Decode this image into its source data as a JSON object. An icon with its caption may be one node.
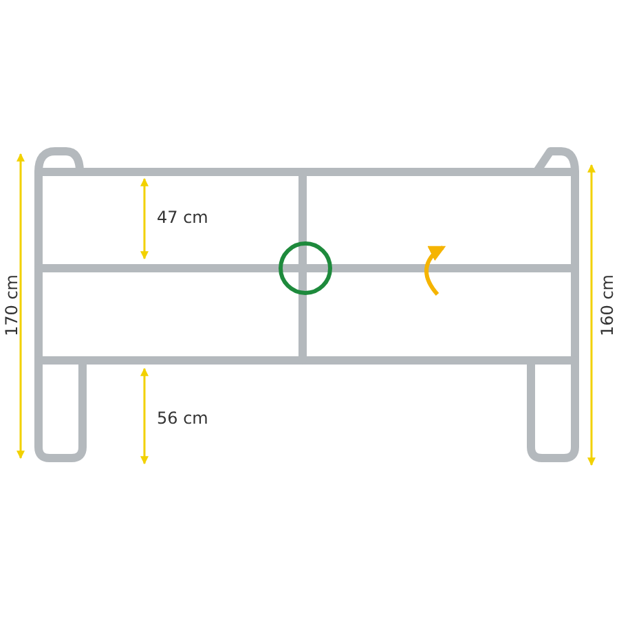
{
  "diagram": {
    "labels": [
      "170 cm",
      "47 cm",
      "56 cm",
      "160 cm"
    ]
  }
}
